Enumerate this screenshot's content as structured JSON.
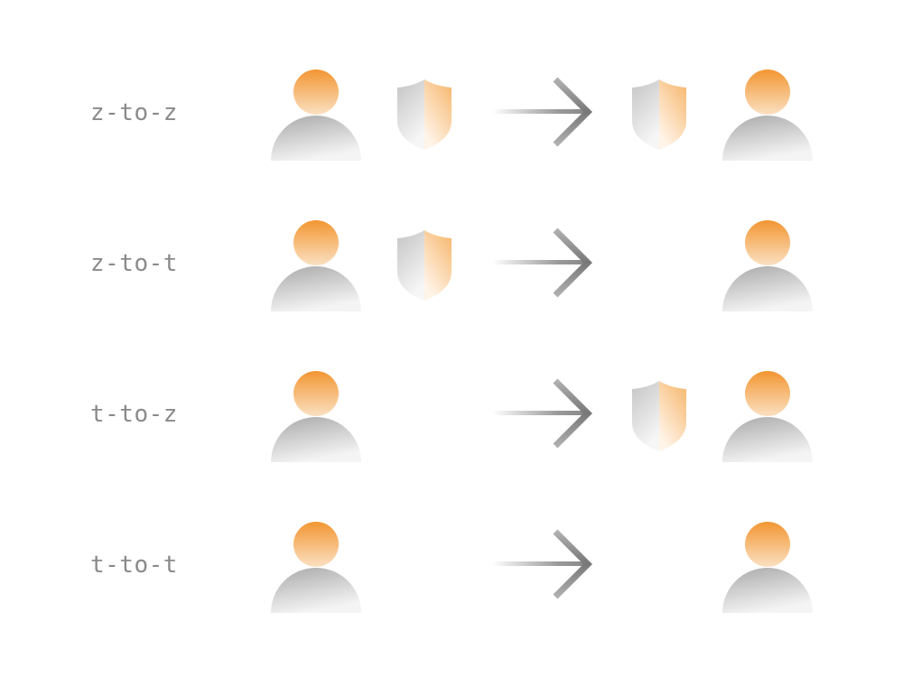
{
  "rows": [
    {
      "label": "z-to-z",
      "sender_shield": true,
      "receiver_shield": true
    },
    {
      "label": "z-to-t",
      "sender_shield": true,
      "receiver_shield": false
    },
    {
      "label": "t-to-z",
      "sender_shield": false,
      "receiver_shield": true
    },
    {
      "label": "t-to-t",
      "sender_shield": false,
      "receiver_shield": false
    }
  ],
  "colors": {
    "person_head_top": "#f29632",
    "person_head_bottom": "#fbe0c2",
    "person_body_top": "#a9a9a9",
    "person_body_bottom": "#f2f2f2",
    "shield_left_top": "#c8c8c8",
    "shield_left_bottom": "#f4f4f4",
    "shield_right_top": "#f6b56a",
    "shield_right_bottom": "#fff3e6",
    "arrow": "#888888"
  }
}
